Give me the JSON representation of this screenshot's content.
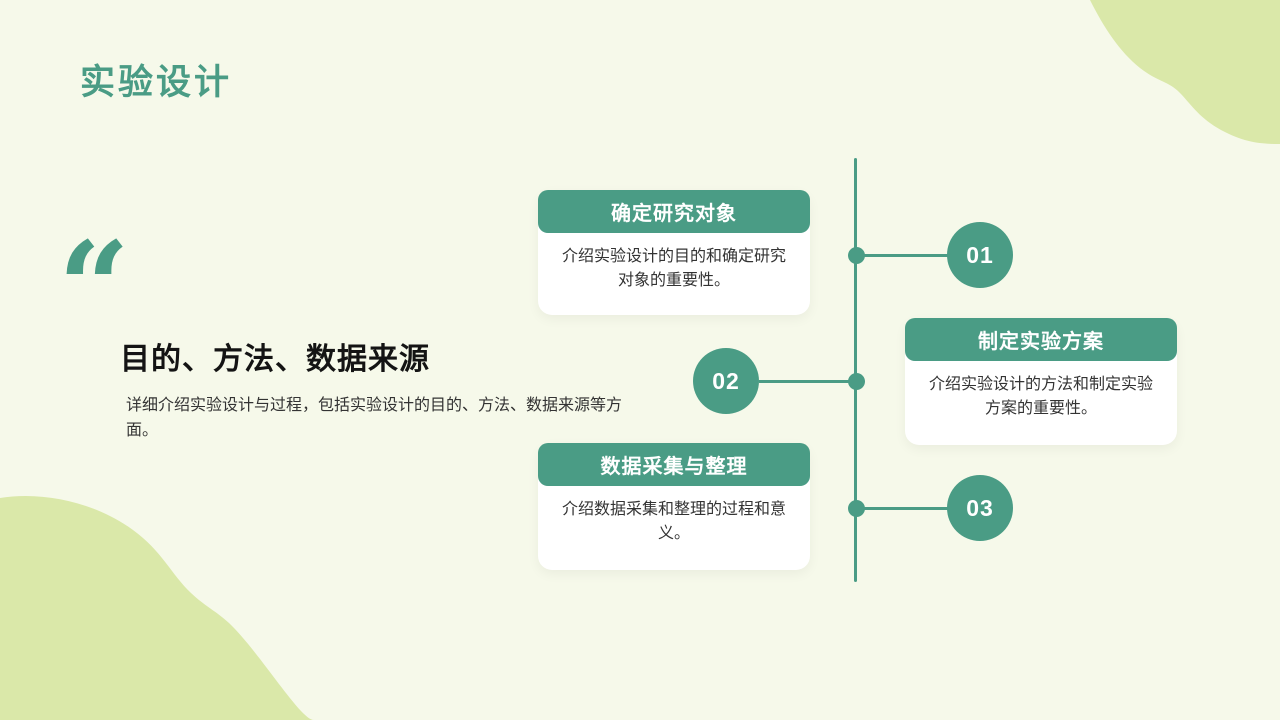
{
  "slide": {
    "title": "实验设计",
    "decor": {
      "quote_mark": "“"
    },
    "left": {
      "heading": "目的、方法、数据来源",
      "description": "详细介绍实验设计与过程，包括实验设计的目的、方法、数据来源等方面。"
    },
    "timeline": {
      "steps": [
        {
          "number": "01",
          "title": "确定研究对象",
          "description": "介绍实验设计的目的和确定研究对象的重要性。",
          "card_side": "left"
        },
        {
          "number": "02",
          "title": "制定实验方案",
          "description": "介绍实验设计的方法和制定实验方案的重要性。",
          "card_side": "right"
        },
        {
          "number": "03",
          "title": "数据采集与整理",
          "description": "介绍数据采集和整理的过程和意义。",
          "card_side": "left"
        }
      ]
    },
    "colors": {
      "accent_green": "#4a9c85",
      "background": "#f6f9ea",
      "blob_green": "#dae8a9",
      "card_white": "#ffffff",
      "heading_text": "#141414",
      "body_text": "#333333"
    }
  }
}
